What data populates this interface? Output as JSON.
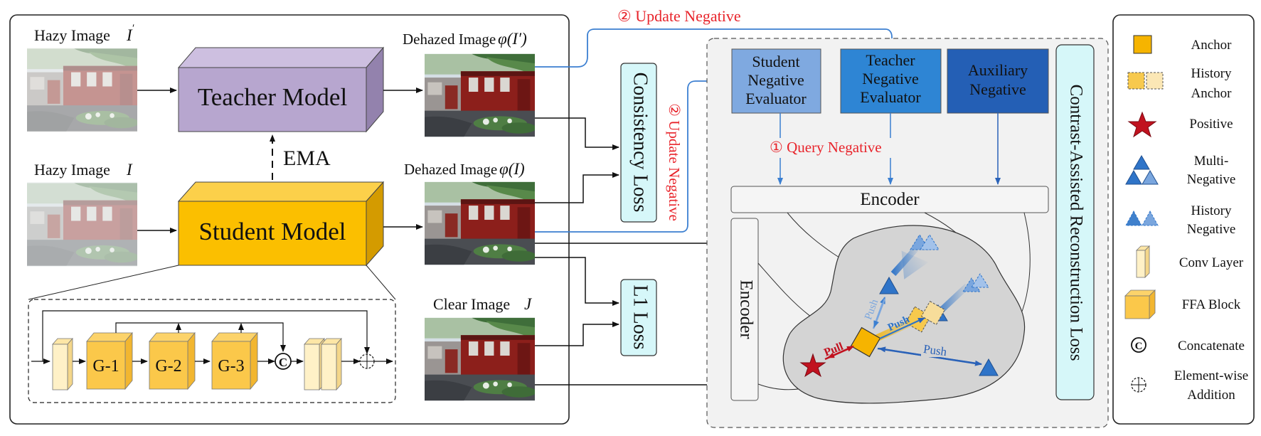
{
  "images": {
    "hazy_prime_label": "Hazy Image",
    "hazy_prime_sym": "I",
    "hazy_label": "Hazy Image",
    "hazy_sym": "I",
    "dehazed_prime_label": "Dehazed Image",
    "dehazed_prime_sym": "φ(I′)",
    "dehazed_label": "Dehazed Image",
    "dehazed_sym": "φ(I)",
    "clear_label": "Clear Image",
    "clear_sym": "J"
  },
  "models": {
    "teacher": "Teacher Model",
    "student": "Student Model",
    "ema": "EMA"
  },
  "losses": {
    "consistency": "Consistency Loss",
    "l1": "L1 Loss"
  },
  "blocks": {
    "g1": "G-1",
    "g2": "G-2",
    "g3": "G-3",
    "concat": "C"
  },
  "arrows": {
    "update_top": "② Update Negative",
    "update_side": "② Update Negative",
    "query": "① Query Negative"
  },
  "evaluators": {
    "student_1": "Student",
    "student_2": "Negative",
    "student_3": "Evaluator",
    "teacher_1": "Teacher",
    "teacher_2": "Negative",
    "teacher_3": "Evaluator",
    "aux_1": "Auxiliary",
    "aux_2": "Negative"
  },
  "encoders": {
    "horizontal": "Encoder",
    "vertical": "Encoder"
  },
  "cr_loss": "Contrast-Assisted Reconstruction Loss",
  "space": {
    "pull": "Pull",
    "push_1": "Push",
    "push_2": "Push",
    "push_3": "Push"
  },
  "legend": {
    "anchor": "Anchor",
    "history_anchor_1": "History",
    "history_anchor_2": "Anchor",
    "positive": "Positive",
    "multi_neg_1": "Multi-",
    "multi_neg_2": "Negative",
    "history_neg_1": "History",
    "history_neg_2": "Negative",
    "conv": "Conv Layer",
    "ffa": "FFA Block",
    "concat_symbol": "C",
    "concat": "Concatenate",
    "addition_1": "Element-wise",
    "addition_2": "Addition"
  },
  "colors": {
    "teacher_front": "#b7a6cf",
    "student_front": "#fbbf00",
    "loss_box": "#d6f7f9",
    "evaluator_student": "#7fa9e0",
    "evaluator_teacher": "#2e85d4",
    "evaluator_aux": "#245fb5",
    "anchor": "#f6b400",
    "positive": "#c1121f",
    "negative": "#2f74c8",
    "annotation_red": "#e8242b"
  }
}
